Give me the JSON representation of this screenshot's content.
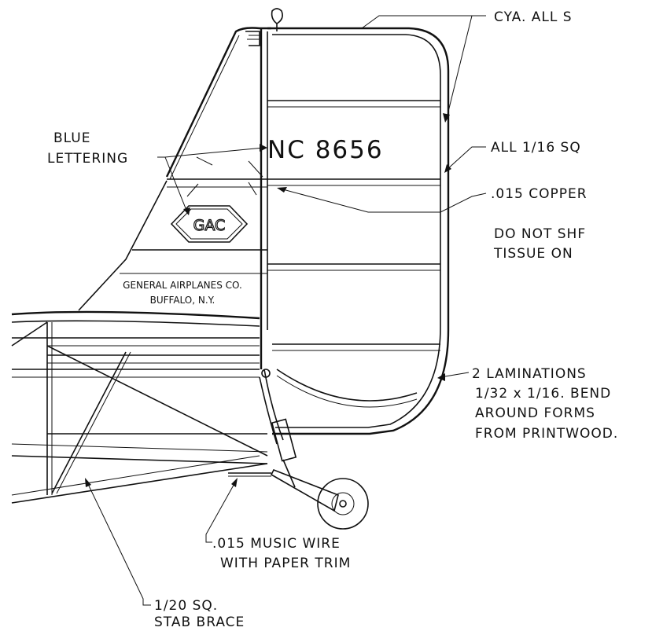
{
  "annotations": {
    "cya": "CYA. ALL S",
    "all_sq": "ALL 1/16 SQ",
    "copper": ".015 COPPER",
    "do_not_line1": "DO NOT SHF",
    "do_not_line2": "TISSUE ON",
    "blue_line1": "BLUE",
    "blue_line2": "LETTERING",
    "laminations_line1": "2 LAMINATIONS",
    "laminations_line2": "1/32 x 1/16. BEND",
    "laminations_line3": "AROUND FORMS",
    "laminations_line4": "FROM PRINTWOOD.",
    "music_wire_line1": ".015 MUSIC WIRE",
    "music_wire_line2": "WITH PAPER TRIM",
    "stab_line1": "1/20 SQ.",
    "stab_line2": "STAB BRACE"
  },
  "markings": {
    "registration": "NC 8656",
    "logo": "GAC",
    "maker_line1": "GENERAL AIRPLANES CO.",
    "maker_line2": "BUFFALO, N.Y."
  }
}
